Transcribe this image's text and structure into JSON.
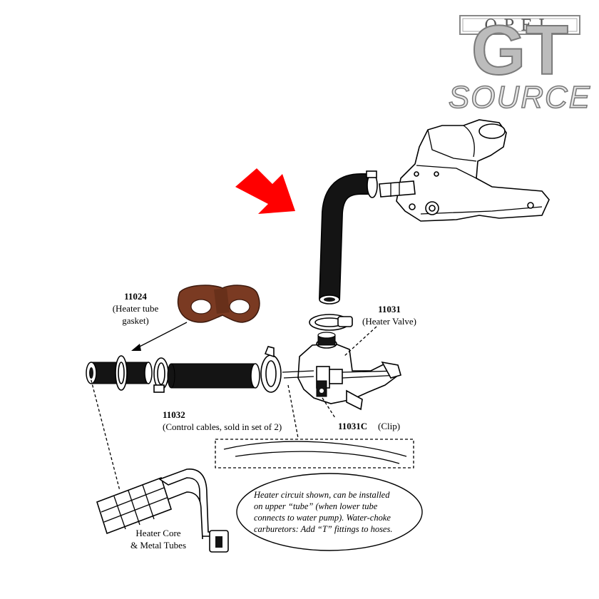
{
  "logo": {
    "brand": "OPEL",
    "model": "GT",
    "word": "SOURCE"
  },
  "parts": {
    "gasket": {
      "number": "11024",
      "line1": "(Heater tube",
      "line2": "gasket)"
    },
    "valve": {
      "number": "11031",
      "label": "(Heater Valve)"
    },
    "cables": {
      "number": "11032",
      "label": "(Control cables, sold in set of 2)"
    },
    "clip": {
      "number": "11031C",
      "label": "(Clip)"
    },
    "core": {
      "line1": "Heater Core",
      "line2": "& Metal Tubes"
    }
  },
  "note": {
    "line1": "Heater circuit shown, can be installed",
    "line2": "on upper “tube” (when lower tube",
    "line3": "connects to water pump). Water-choke",
    "line4": "carburetors: Add “T” fittings to hoses."
  },
  "colors": {
    "arrow": "#ff0000",
    "gasket": "#7a3a22",
    "hose": "#141414",
    "logo_gray": "#bcbcbc"
  },
  "icons": {
    "pointer": "red-arrow-icon"
  }
}
